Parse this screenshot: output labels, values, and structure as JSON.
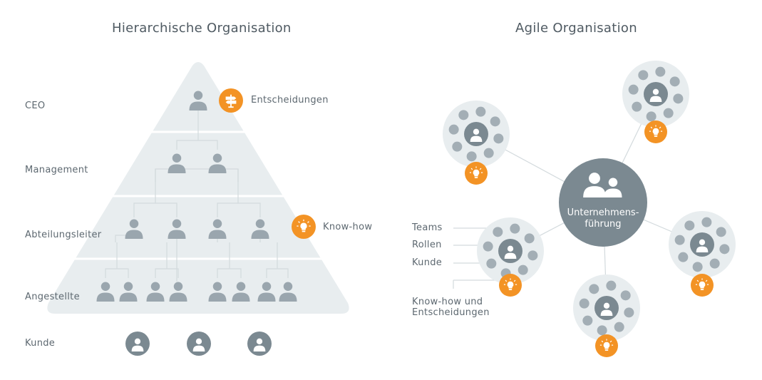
{
  "left": {
    "title": "Hierarchische Organisation",
    "levels": [
      "CEO",
      "Management",
      "Abteilungsleiter",
      "Angestellte",
      "Kunde"
    ],
    "decisions_label": "Entscheidungen",
    "knowhow_label": "Know-how"
  },
  "right": {
    "title": "Agile Organisation",
    "center_line1": "Unternehmens-",
    "center_line2": "führung",
    "legend": {
      "teams": "Teams",
      "roles": "Rollen",
      "customer": "Kunde",
      "knowhow_line1": "Know-how und",
      "knowhow_line2": "Entscheidungen"
    }
  },
  "colors": {
    "accent": "#f39325",
    "pyramid": "#e8edef",
    "person": "#9aa6ae",
    "dark": "#7b8991",
    "text": "#5d6870"
  }
}
